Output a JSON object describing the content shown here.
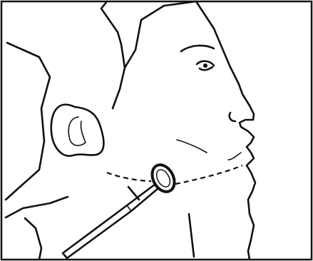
{
  "figure": {
    "colors": {
      "ink": "#111111",
      "background": "#ffffff"
    },
    "elements": [
      "frame-border",
      "head-profile",
      "ear",
      "eye",
      "nose",
      "mouth",
      "jaw-dashed-line",
      "hair-outline",
      "probe-ring",
      "probe-handle"
    ]
  }
}
